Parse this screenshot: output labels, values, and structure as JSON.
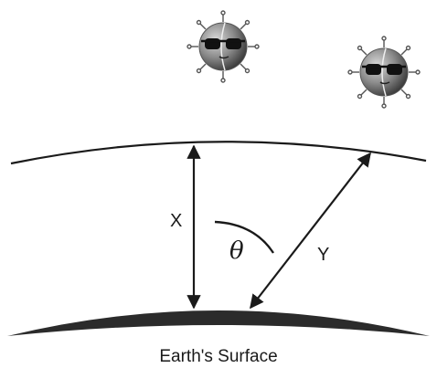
{
  "diagram": {
    "labels": {
      "vertical_path": "X",
      "slant_path": "Y",
      "angle": "θ",
      "surface_caption": "Earth's Surface"
    },
    "icons": [
      "sun-with-sunglasses-icon",
      "sun-with-sunglasses-icon"
    ],
    "colors": {
      "line": "#1a1a1a",
      "earth": "#2b2b2b",
      "sun_light": "#bdbdbd",
      "sun_dark": "#4a4a4a",
      "glasses": "#111111"
    }
  }
}
